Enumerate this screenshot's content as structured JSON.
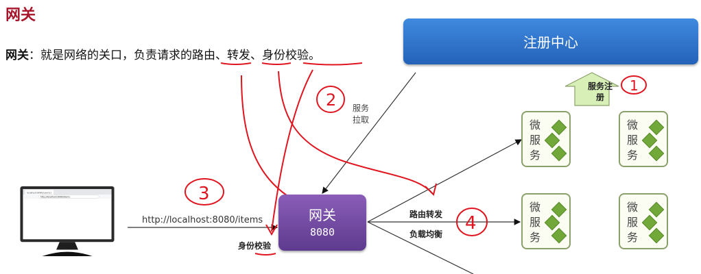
{
  "title": "网关",
  "description": {
    "term": "网关",
    "text_before": "：就是网络的关口，负责请求的",
    "routing": "路由",
    "sep1": "、",
    "forwarding": "转发",
    "sep2": "、",
    "auth": "身份校验",
    "end": "。"
  },
  "registry": {
    "label": "注册中心"
  },
  "registration": {
    "label": "服务注册"
  },
  "pull": {
    "label": "服务拉取"
  },
  "gateway": {
    "name": "网关",
    "port": "8080"
  },
  "request": {
    "url": "http://localhost:8080/items"
  },
  "auth_label": "身份校验",
  "route_label": "路由转发",
  "lb_label": "负载均衡",
  "browser": {
    "tab": "localhost:8080/users/1",
    "address": "http://localhost:8080/items"
  },
  "microservices": [
    {
      "label": "微服务"
    },
    {
      "label": "微服务"
    },
    {
      "label": "微服务"
    },
    {
      "label": "微服务"
    }
  ],
  "annotations": [
    "2",
    "3",
    "4",
    "1"
  ],
  "colors": {
    "title": "#a8142a",
    "registry": "#2e6fc8",
    "gateway": "#6e479c",
    "microservice_border": "#8aa06a",
    "diamond": "#72a83a",
    "ink": "#e0141e",
    "callout": "#d8f0b8"
  }
}
